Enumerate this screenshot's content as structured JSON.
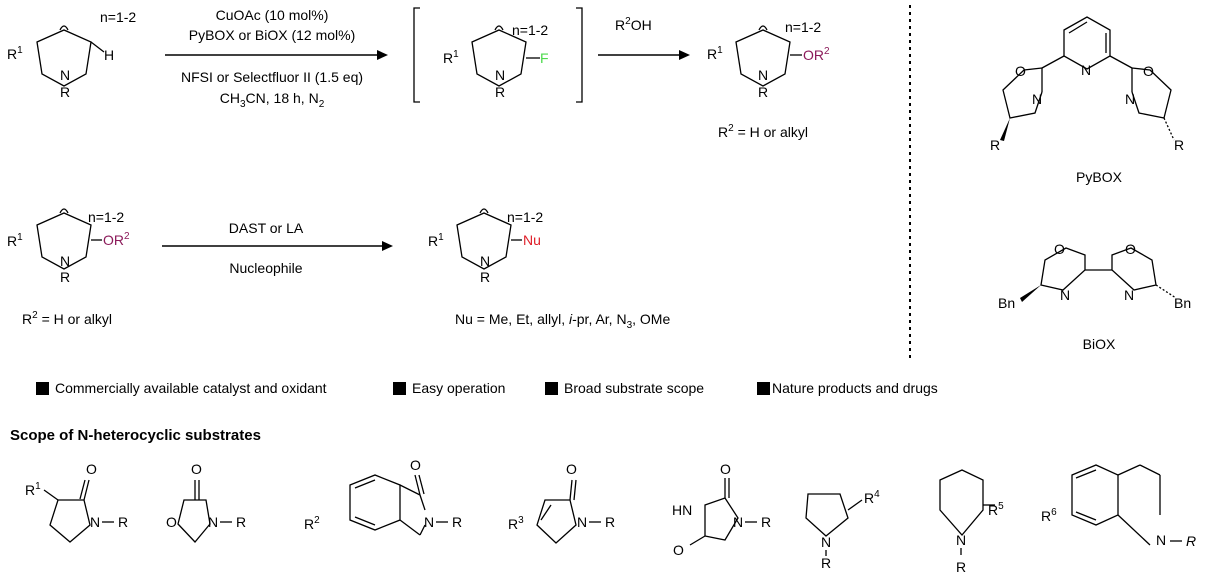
{
  "colors": {
    "fluorine": "#4cd94c",
    "or2": "#8b1a5a",
    "nu": "#e0202a"
  },
  "scheme1": {
    "n_label": "n=1-2",
    "conditions_top": [
      "CuOAc (10 mol%)",
      "PyBOX or BiOX (12 mol%)"
    ],
    "conditions_bottom": [
      "NFSI or Selectfluor II (1.5 eq)",
      "CH3CN, 18 h, N2"
    ],
    "reagent": "R2OH",
    "product_note": "R2 = H or alkyl"
  },
  "scheme2": {
    "n_label": "n=1-2",
    "reagent_top": "DAST or LA",
    "reagent_bottom": "Nucleophile",
    "sm_note": "R2 = H or alkyl",
    "nu_note": "Nu = Me, Et, allyl, i-pr, Ar, N3, OMe"
  },
  "ligands": {
    "pybox": "PyBOX",
    "biox": "BiOX",
    "bn": "Bn",
    "r": "R"
  },
  "features": [
    "Commercially available catalyst and oxidant",
    "Easy operation",
    "Broad substrate scope",
    "Nature products and drugs"
  ],
  "scope_title": "Scope of N-heterocyclic substrates"
}
